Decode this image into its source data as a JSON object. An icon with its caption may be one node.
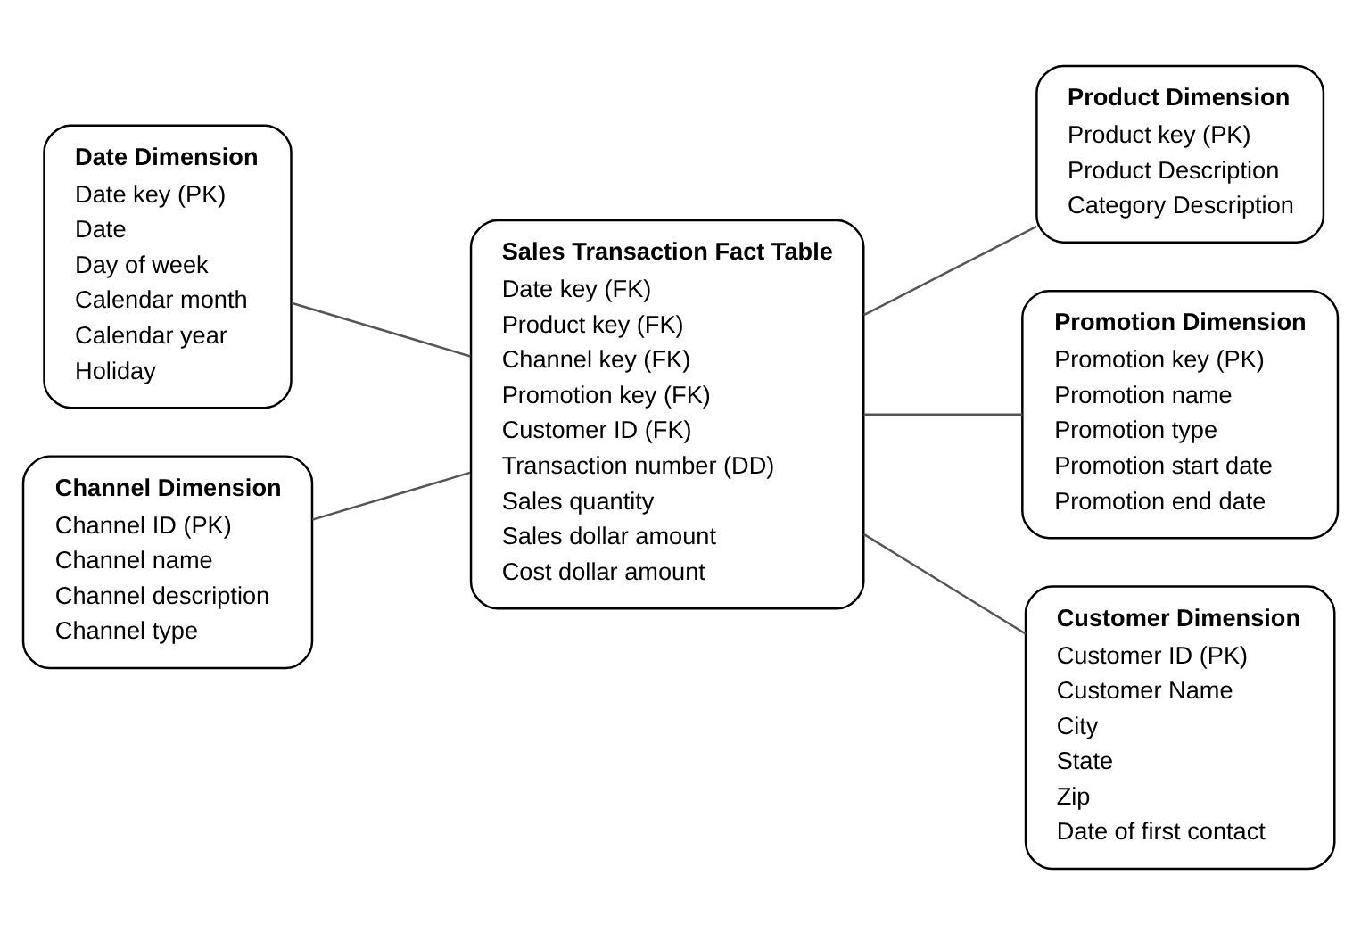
{
  "diagram": {
    "nodes": [
      {
        "text": [
          "Date Dimension",
          "Date key (PK)",
          "Date",
          "Day of week",
          "Calendar month",
          "Calendar year",
          "Holiday"
        ]
      },
      {
        "text": [
          "Channel Dimension",
          "Channel ID (PK)",
          "Channel name",
          "Channel description",
          "Channel type"
        ]
      },
      {
        "text": [
          "Sales Transaction Fact Table",
          "Date key (FK)",
          "Product key (FK)",
          "Channel key (FK)",
          "Promotion key (FK)",
          "Customer ID (FK)",
          "Transaction number (DD)",
          "Sales quantity",
          "Sales dollar amount",
          "Cost dollar amount"
        ]
      },
      {
        "text": [
          "Product Dimension",
          "Product key (PK)",
          "Product Description",
          "Category Description"
        ]
      },
      {
        "text": [
          "Promotion Dimension",
          "Promotion key (PK)",
          "Promotion name",
          "Promotion type",
          "Promotion start date",
          "Promotion end date"
        ]
      },
      {
        "text": [
          "Customer Dimension",
          "Customer ID (PK)",
          "Customer Name",
          "City",
          "State",
          "Zip",
          "Date of first contact"
        ]
      }
    ],
    "edges": [
      {
        "from": 0,
        "to": 2,
        "arrow": "none"
      },
      {
        "from": 1,
        "to": 2,
        "arrow": "none"
      },
      {
        "from": 2,
        "to": 3,
        "arrow": "none"
      },
      {
        "from": 2,
        "to": 4,
        "arrow": "none"
      },
      {
        "from": 2,
        "to": 5,
        "arrow": "none"
      }
    ]
  }
}
